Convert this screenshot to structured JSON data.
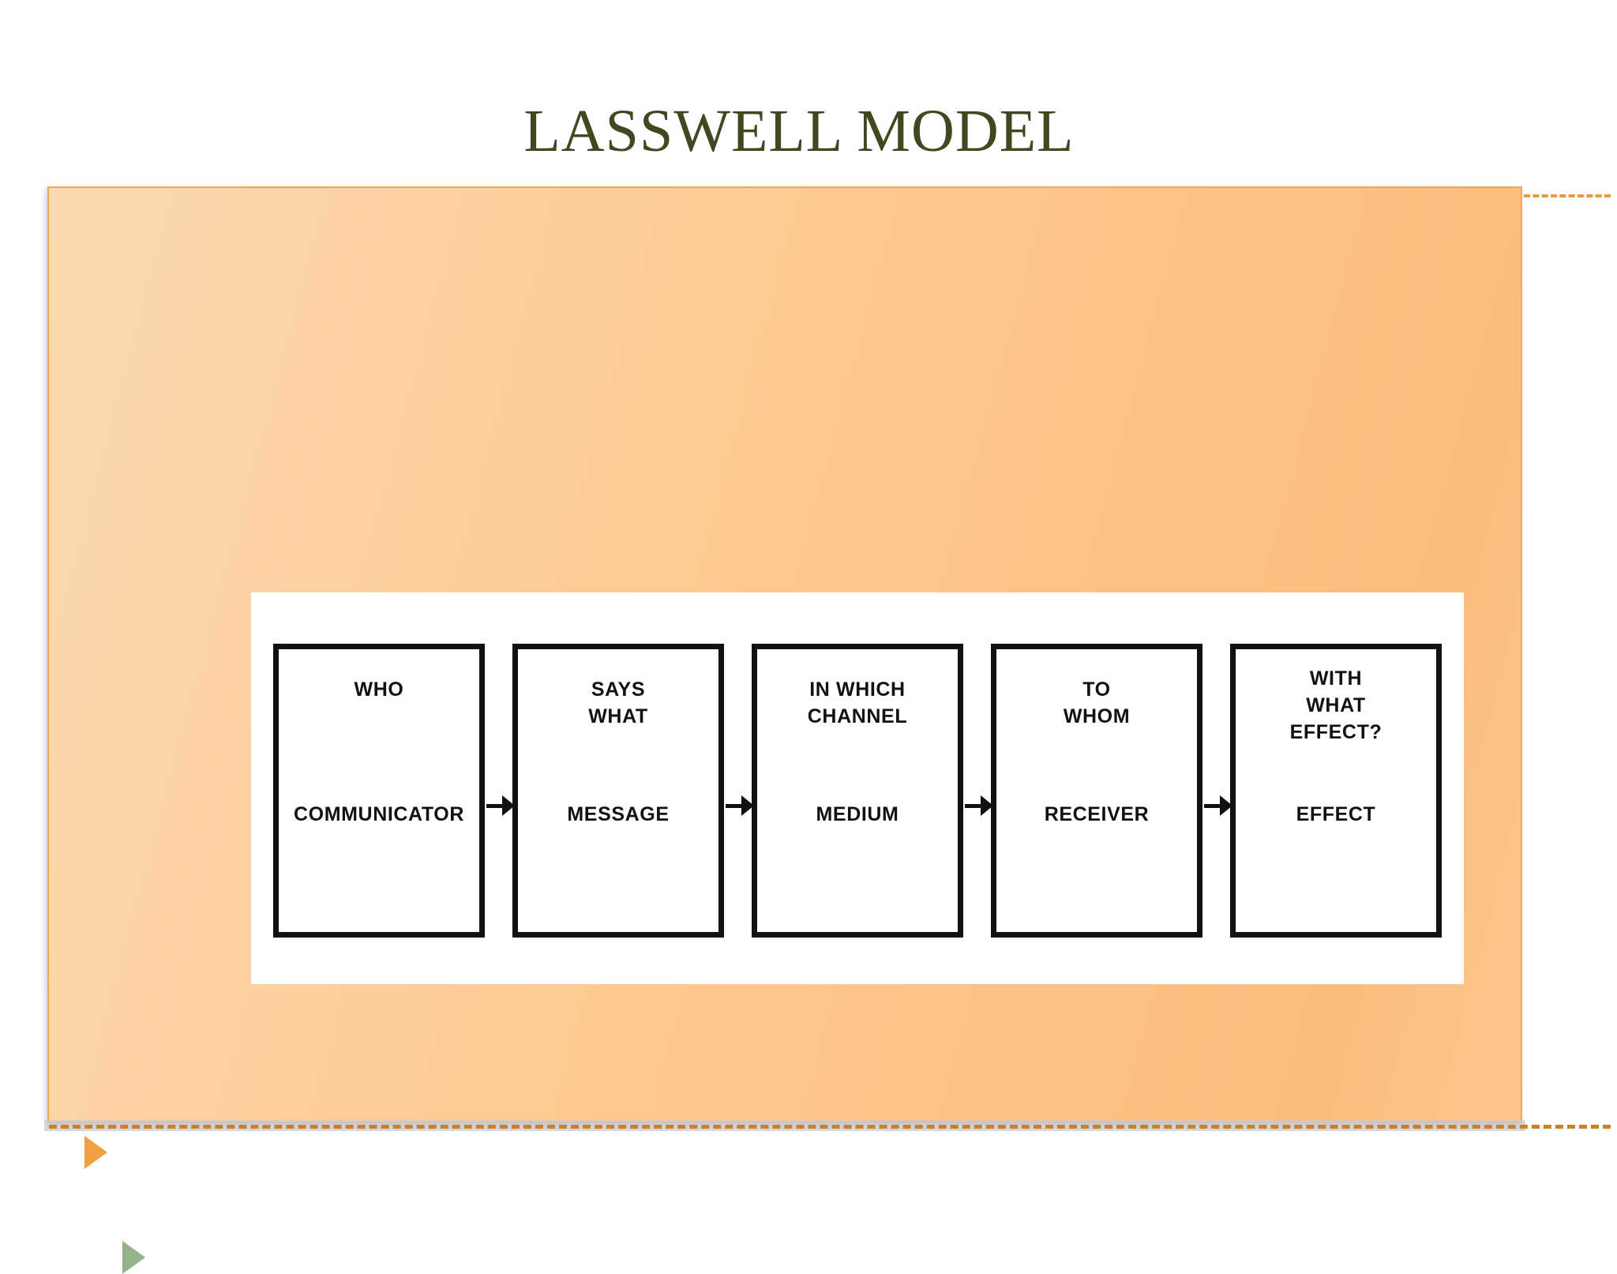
{
  "slide": {
    "title": "LASSWELL MODEL",
    "title_color": "#41481f",
    "panel_accent": "#f0a958",
    "panel_gradient_from": "#fcd8b0",
    "panel_gradient_to": "#fbbd7d"
  },
  "diagram": {
    "type": "flow",
    "figure_background": "#ffffff",
    "box_border_color": "#111111",
    "arrow_color": "#111111",
    "stages": [
      {
        "question": "WHO",
        "term": "COMMUNICATOR"
      },
      {
        "question": "SAYS\nWHAT",
        "term": "MESSAGE"
      },
      {
        "question": "IN WHICH\nCHANNEL",
        "term": "MEDIUM"
      },
      {
        "question": "TO\nWHOM",
        "term": "RECEIVER"
      },
      {
        "question": "WITH\nWHAT\nEFFECT?",
        "term": "EFFECT"
      }
    ]
  },
  "bullets": {
    "inside_marker_color": "#96b28c",
    "outside_marker_color": "#f0a042"
  }
}
